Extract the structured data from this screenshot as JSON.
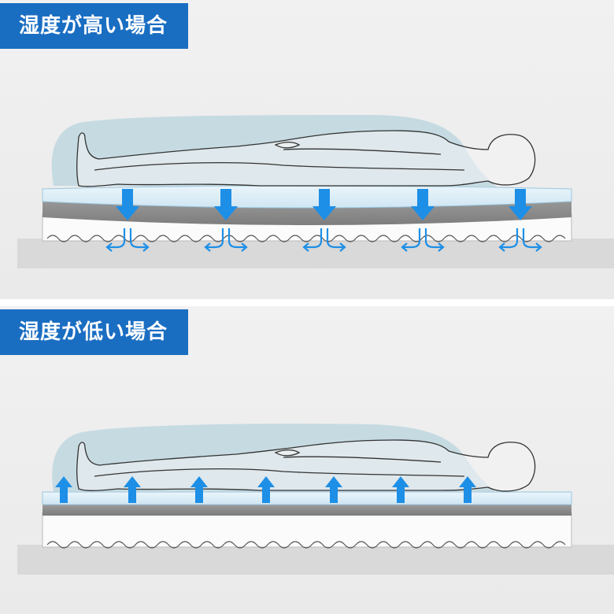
{
  "high_humidity": {
    "title": "湿度が高い場合",
    "arrow_direction": "down",
    "arrow_color": "#1e8fe6"
  },
  "low_humidity": {
    "title": "湿度が低い場合",
    "arrow_direction": "up",
    "arrow_color": "#1e8fe6"
  },
  "colors": {
    "label_bg": "#1a6ec2",
    "label_text": "#ffffff",
    "blanket": "#b8d3de",
    "gray_layer": "#8c8c8c"
  }
}
